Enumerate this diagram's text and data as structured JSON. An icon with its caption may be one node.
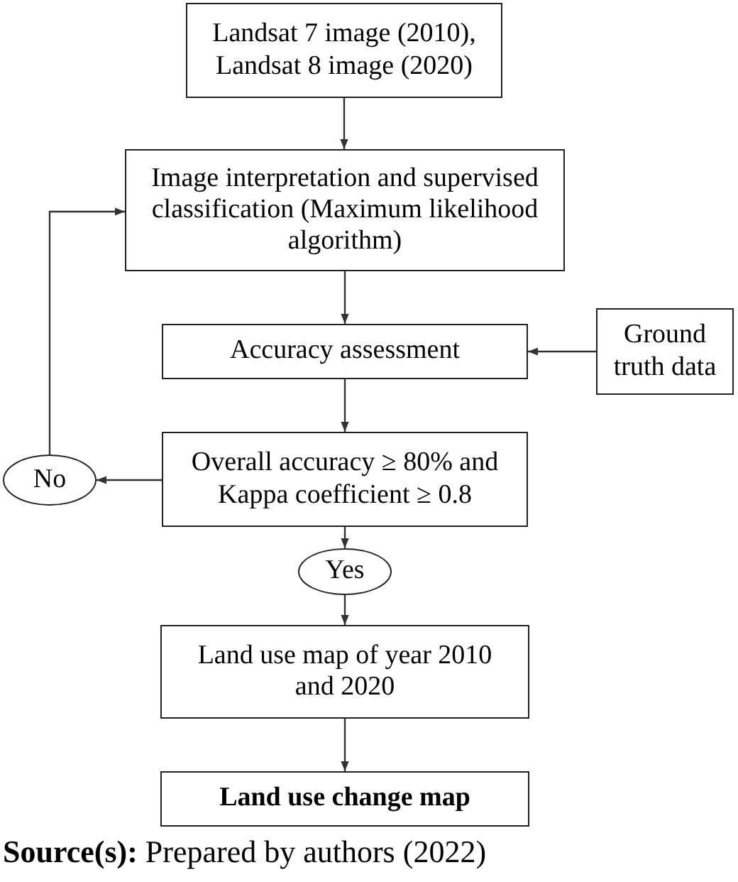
{
  "diagram": {
    "caption": "**Source(s):** Prepared by authors (2022)",
    "nodes": [
      {
        "text": [
          "Landsat 7 image (2010), Landsat 8 image (2020)"
        ]
      },
      {
        "text": [
          "Image interpretation and supervised classification (Maximum likelihood algorithm)"
        ]
      },
      {
        "text": [
          "Accuracy assessment"
        ]
      },
      {
        "text": [
          "Ground truth data"
        ]
      },
      {
        "text": [
          "Overall accuracy ≥ 80% and Kappa coefficient ≥ 0.8"
        ]
      },
      {
        "text": [
          "No"
        ]
      },
      {
        "text": [
          "Yes"
        ]
      },
      {
        "text": [
          "Land use map of year 2010 and 2020"
        ]
      },
      {
        "text": [
          "Land use change map"
        ]
      }
    ],
    "edges": [
      {
        "from": 0,
        "to": 1,
        "arrow": "to"
      },
      {
        "from": 1,
        "to": 2,
        "arrow": "to"
      },
      {
        "from": 3,
        "to": 2,
        "arrow": "to"
      },
      {
        "from": 2,
        "to": 4,
        "arrow": "to"
      },
      {
        "from": 4,
        "to": 5,
        "arrow": "to"
      },
      {
        "from": 5,
        "to": 1,
        "arrow": "to"
      },
      {
        "from": 4,
        "to": 6,
        "arrow": "to"
      },
      {
        "from": 6,
        "to": 7,
        "arrow": "to"
      },
      {
        "from": 7,
        "to": 8,
        "arrow": "to"
      }
    ]
  }
}
